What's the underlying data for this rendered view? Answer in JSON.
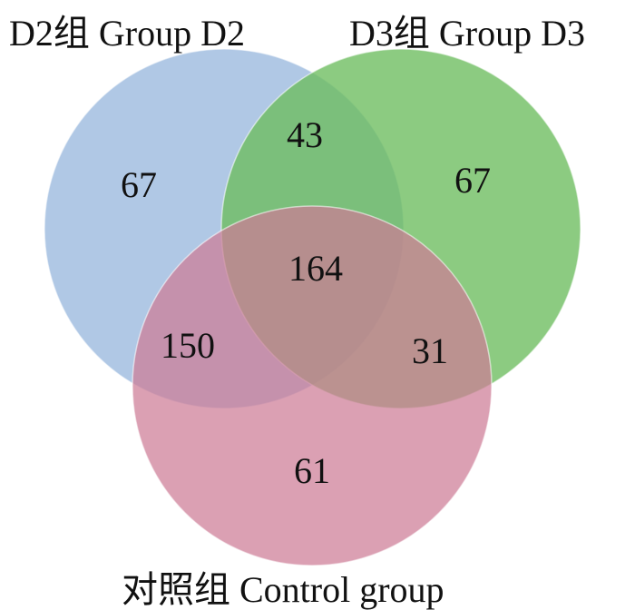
{
  "sets": [
    {
      "key": "d2",
      "label": "D2组 Group D2",
      "color": "#9ab8de"
    },
    {
      "key": "d3",
      "label": "D3组 Group D3",
      "color": "#6cbd5e"
    },
    {
      "key": "control",
      "label": "对照组 Control group",
      "color": "#cd7b96"
    }
  ],
  "regions": {
    "d2_only": "67",
    "d3_only": "67",
    "d2_d3": "43",
    "all": "164",
    "d2_control": "150",
    "d3_control": "31",
    "control_only": "61"
  }
}
